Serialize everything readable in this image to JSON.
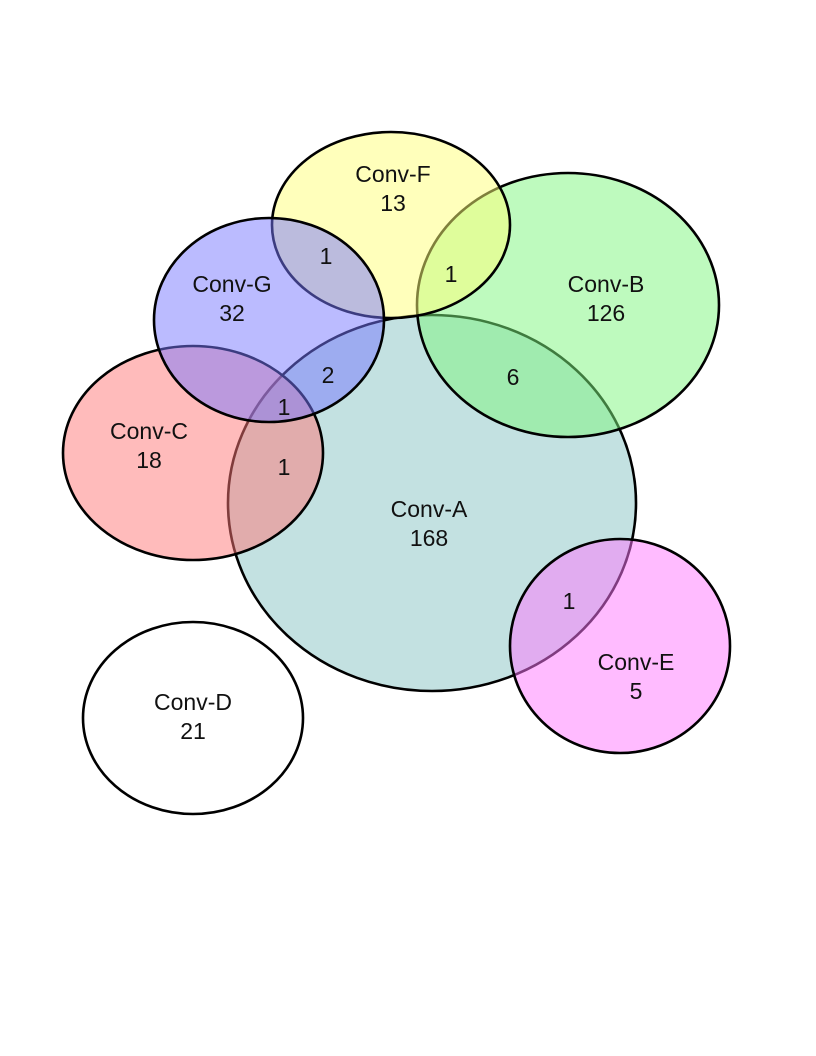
{
  "sets": [
    {
      "id": "A",
      "name": "Conv-A",
      "count": "168",
      "fill": "#87c3c3",
      "stroke": "#000000"
    },
    {
      "id": "B",
      "name": "Conv-B",
      "count": "126",
      "fill": "#7df57d",
      "stroke": "#000000"
    },
    {
      "id": "C",
      "name": "Conv-C",
      "count": "18",
      "fill": "#ff7878",
      "stroke": "#000000"
    },
    {
      "id": "D",
      "name": "Conv-D",
      "count": "21",
      "fill": "#ffffff",
      "stroke": "#000000"
    },
    {
      "id": "E",
      "name": "Conv-E",
      "count": "5",
      "fill": "#ff78ff",
      "stroke": "#000000"
    },
    {
      "id": "F",
      "name": "Conv-F",
      "count": "13",
      "fill": "#ffff78",
      "stroke": "#000000"
    },
    {
      "id": "G",
      "name": "Conv-G",
      "count": "32",
      "fill": "#7878ff",
      "stroke": "#000000"
    }
  ],
  "intersections": [
    {
      "id": "F-G",
      "sets": [
        "Conv-F",
        "Conv-G"
      ],
      "count": "1"
    },
    {
      "id": "F-B",
      "sets": [
        "Conv-F",
        "Conv-B"
      ],
      "count": "1"
    },
    {
      "id": "A-G",
      "sets": [
        "Conv-A",
        "Conv-G"
      ],
      "count": "2"
    },
    {
      "id": "A-B",
      "sets": [
        "Conv-A",
        "Conv-B"
      ],
      "count": "6"
    },
    {
      "id": "A-C-G",
      "sets": [
        "Conv-A",
        "Conv-C",
        "Conv-G"
      ],
      "count": "1"
    },
    {
      "id": "A-C",
      "sets": [
        "Conv-A",
        "Conv-C"
      ],
      "count": "1"
    },
    {
      "id": "A-E",
      "sets": [
        "Conv-A",
        "Conv-E"
      ],
      "count": "1"
    }
  ]
}
